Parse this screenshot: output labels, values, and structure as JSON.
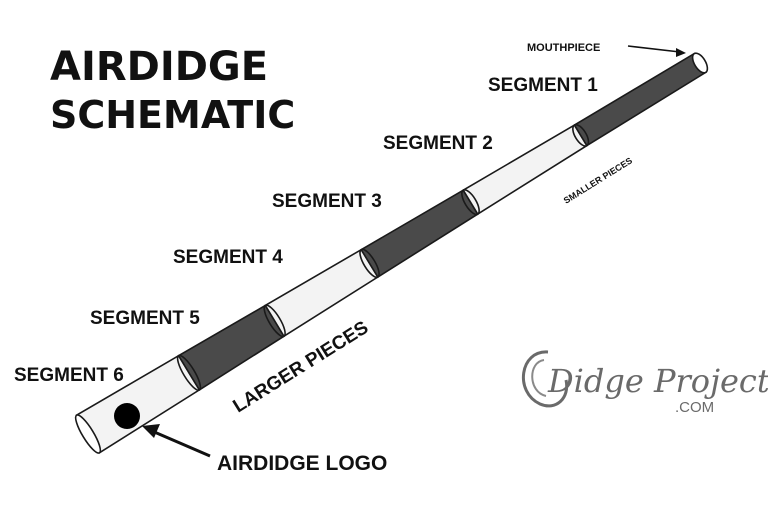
{
  "title": {
    "line1": "AIRDIDGE",
    "line2": "SCHEMATIC"
  },
  "labels": {
    "mouthpiece": "MOUTHPIECE",
    "smaller_pieces": "SMALLER PIECES",
    "larger_pieces": "LARGER PIECES",
    "logo_callout": "AIRDIDGE LOGO"
  },
  "segments": [
    {
      "label": "SEGMENT 1",
      "shade": "dark"
    },
    {
      "label": "SEGMENT 2",
      "shade": "light"
    },
    {
      "label": "SEGMENT 3",
      "shade": "dark"
    },
    {
      "label": "SEGMENT 4",
      "shade": "light"
    },
    {
      "label": "SEGMENT 5",
      "shade": "dark"
    },
    {
      "label": "SEGMENT 6",
      "shade": "light"
    }
  ],
  "brand": {
    "name": "Didge Project",
    "domain": ".COM"
  },
  "colors": {
    "dark_segment": "#4a4a4a",
    "light_segment": "#f3f3f3",
    "outline": "#1a1a1a",
    "logo_dot": "#000000",
    "brand": "#6a6a6a"
  }
}
